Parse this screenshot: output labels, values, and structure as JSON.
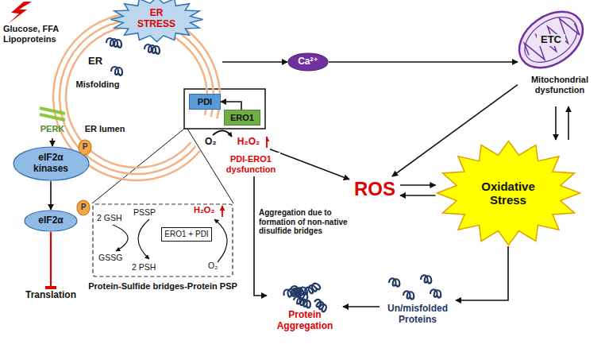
{
  "diagram": {
    "nodes": [
      {
        "text": [
          "ER",
          "Misfolding",
          "ER lumen"
        ]
      },
      {
        "text": [
          "ER STRESS"
        ]
      },
      {
        "text": [
          "PERK"
        ]
      },
      {
        "text": [
          "eIF2α kinases"
        ]
      },
      {
        "text": [
          "P"
        ]
      },
      {
        "text": [
          "eIF2α"
        ]
      },
      {
        "text": [
          "P"
        ]
      },
      {
        "text": [
          "Translation"
        ]
      },
      {
        "text": [
          "PDI"
        ]
      },
      {
        "text": [
          "ERO1"
        ]
      },
      {
        "text": [
          "H₂O₂"
        ]
      },
      {
        "text": [
          "PDI-ERO1 dysfunction"
        ]
      },
      {
        "text": [
          "Ca²⁺"
        ]
      },
      {
        "text": [
          "ETC",
          "Mitochondrial dysfunction"
        ]
      },
      {
        "text": [
          "ROS"
        ]
      },
      {
        "text": [
          "Oxidative Stress"
        ]
      },
      {
        "text": [
          "Protein-Sulfide bridges-Protein PSP"
        ]
      },
      {
        "text": [
          "ERO1 + PDI"
        ],
        "in": 16
      },
      {
        "text": [
          "Protein Aggregation"
        ]
      },
      {
        "text": [
          "Un/misfolded Proteins"
        ]
      }
    ],
    "edges": [
      {
        "from": 2,
        "to": 3,
        "arrow": "to"
      },
      {
        "from": 3,
        "to": 5,
        "arrow": "to"
      },
      {
        "from": 5,
        "to": 7,
        "arrow": "to"
      },
      {
        "from": 0,
        "to": 12,
        "arrow": "to"
      },
      {
        "from": 12,
        "to": 13,
        "arrow": "to"
      },
      {
        "from": 9,
        "to": 8,
        "arrow": "to"
      },
      {
        "from": 10,
        "to": 14,
        "arrow": "to"
      },
      {
        "from": 11,
        "to": 18,
        "label": "Aggregation due to formation of non-native disulfide bridges",
        "arrow": "to"
      },
      {
        "from": 13,
        "to": 14,
        "arrow": "to"
      },
      {
        "from": 13,
        "to": 15,
        "arrow": "to"
      },
      {
        "from": 15,
        "to": 13,
        "arrow": "to"
      },
      {
        "from": 14,
        "to": 15,
        "arrow": "to"
      },
      {
        "from": 15,
        "to": 14,
        "arrow": "to"
      },
      {
        "from": 15,
        "to": 19,
        "arrow": "to"
      },
      {
        "from": 19,
        "to": 18,
        "arrow": "to"
      }
    ],
    "labels": [
      "Glucose, FFA Lipoproteins",
      "O₂",
      "PSSP",
      "2 GSH",
      "GSSG",
      "2 PSH",
      "H₂O₂",
      "O₂"
    ]
  }
}
